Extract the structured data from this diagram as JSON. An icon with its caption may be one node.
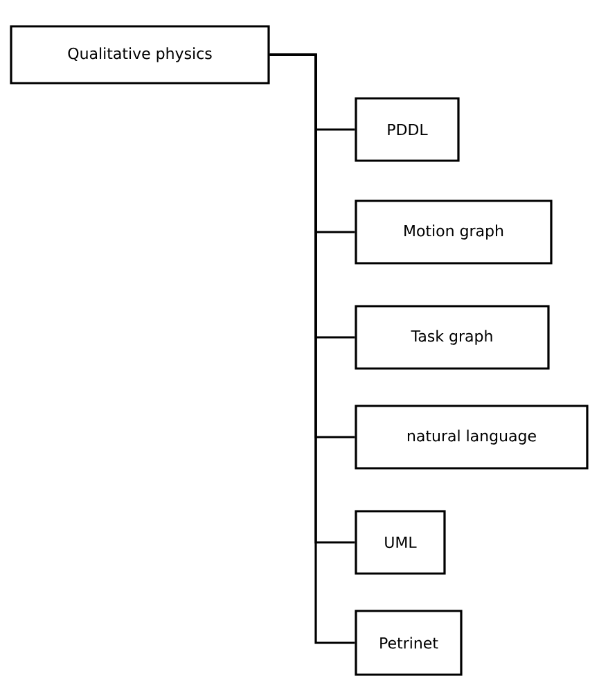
{
  "diagram": {
    "nodes": [
      {
        "text": [
          "Qualitative physics"
        ]
      },
      {
        "text": [
          "PDDL"
        ]
      },
      {
        "text": [
          "Motion graph"
        ]
      },
      {
        "text": [
          "Task graph"
        ]
      },
      {
        "text": [
          "natural language"
        ]
      },
      {
        "text": [
          "UML"
        ]
      },
      {
        "text": [
          "Petrinet"
        ]
      }
    ],
    "edges": [
      {
        "from": 0,
        "to": 1,
        "arrow": "none"
      },
      {
        "from": 0,
        "to": 2,
        "arrow": "none"
      },
      {
        "from": 0,
        "to": 3,
        "arrow": "none"
      },
      {
        "from": 0,
        "to": 4,
        "arrow": "none"
      },
      {
        "from": 0,
        "to": 5,
        "arrow": "none"
      },
      {
        "from": 0,
        "to": 6,
        "arrow": "none"
      }
    ]
  }
}
